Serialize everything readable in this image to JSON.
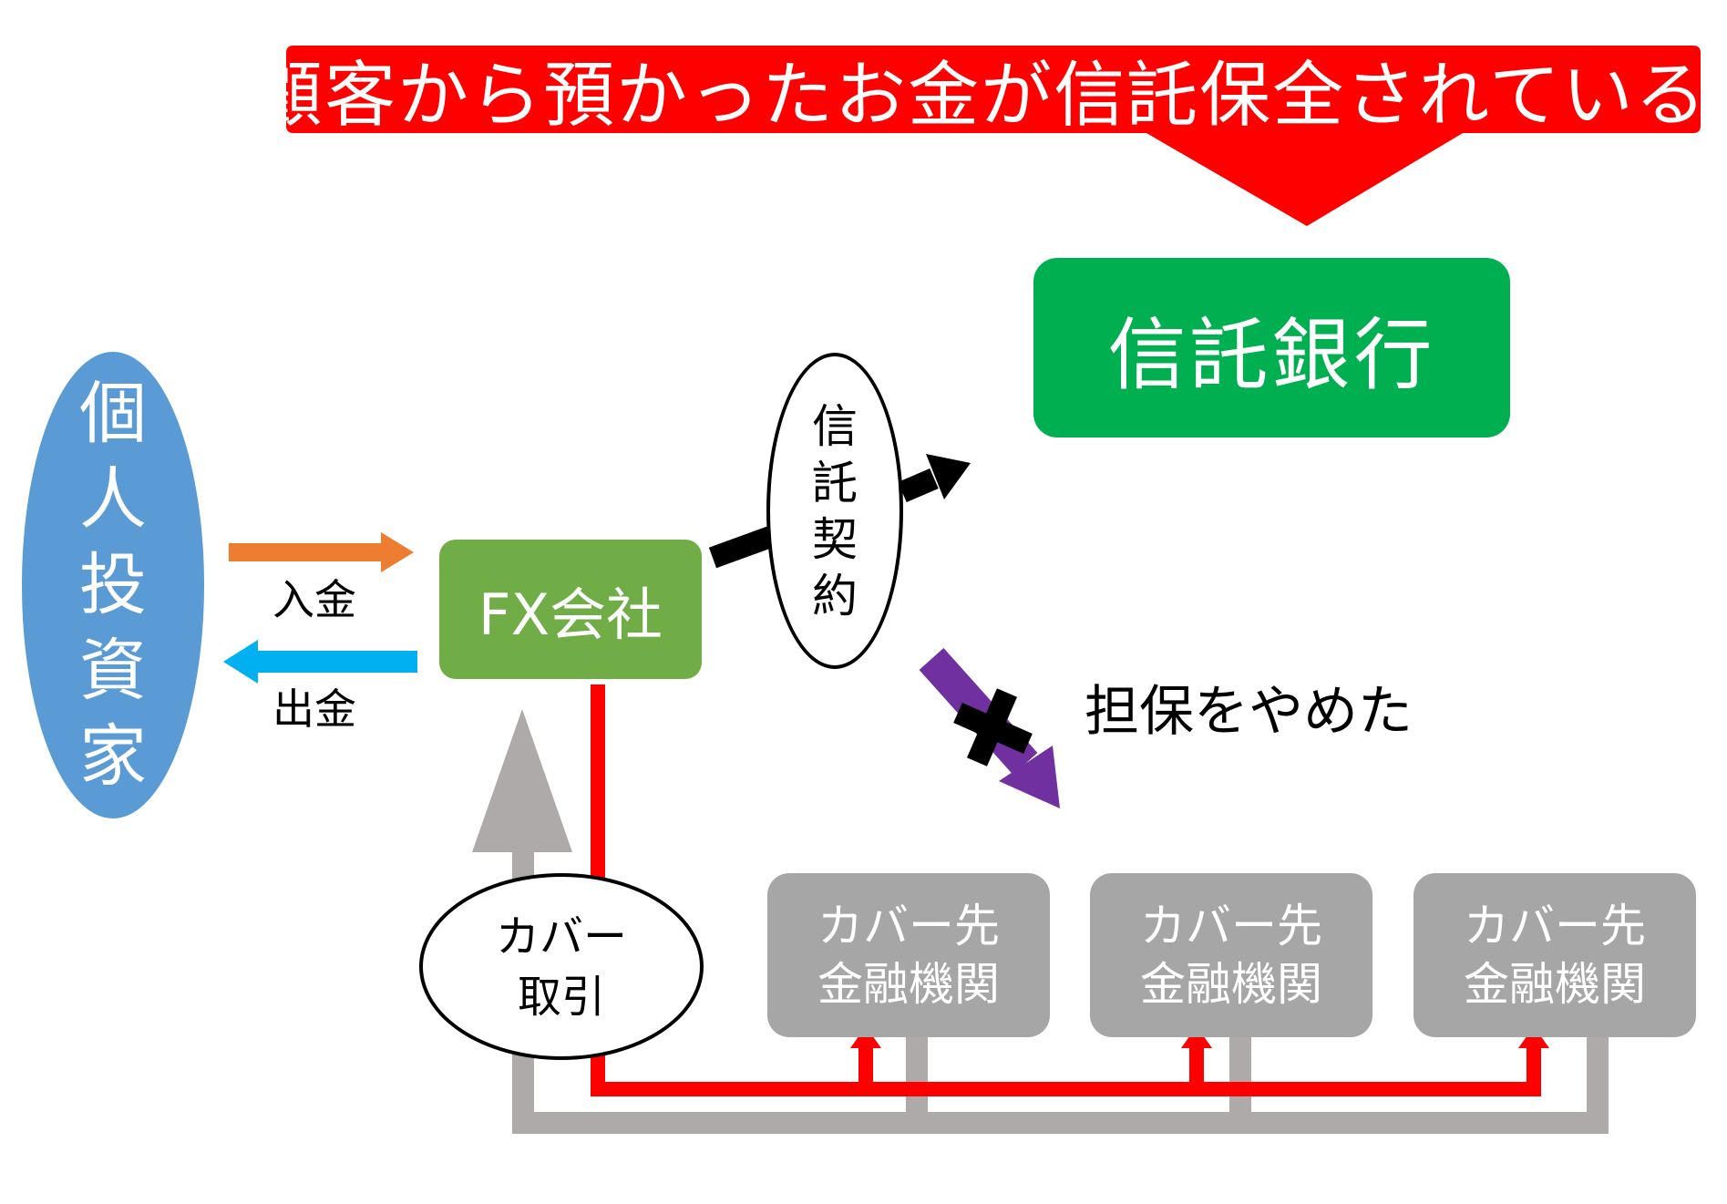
{
  "banner": {
    "text": "顧客から預かったお金が信託保全されている"
  },
  "nodes": {
    "investor": {
      "label": [
        "個",
        "人",
        "投",
        "資",
        "家"
      ]
    },
    "fx_company": {
      "label": "FX会社"
    },
    "trust_bank": {
      "label": "信託銀行"
    },
    "trust_contract": {
      "label": [
        "信",
        "託",
        "契",
        "約"
      ]
    },
    "cover_trade": {
      "label": [
        "カバー",
        "取引"
      ]
    },
    "cover_institutions": [
      {
        "line1": "カバー先",
        "line2": "金融機関"
      },
      {
        "line1": "カバー先",
        "line2": "金融機関"
      },
      {
        "line1": "カバー先",
        "line2": "金融機関"
      }
    ]
  },
  "edges": {
    "deposit": {
      "label": "入金"
    },
    "withdraw": {
      "label": "出金"
    },
    "collateral_stopped": {
      "label": "担保をやめた"
    }
  },
  "colors": {
    "banner": "#ff0000",
    "investor": "#5b9bd5",
    "fx_company": "#70ad47",
    "trust_bank": "#00b050",
    "cover_box": "#a6a6a6",
    "deposit_arrow": "#ed7d31",
    "withdraw_arrow": "#00b0f0",
    "order_flow": "#ff0000",
    "settlement_flow": "#aeaaaa",
    "stopped_arrow": "#7030a0",
    "contract_arrow": "#000000"
  }
}
